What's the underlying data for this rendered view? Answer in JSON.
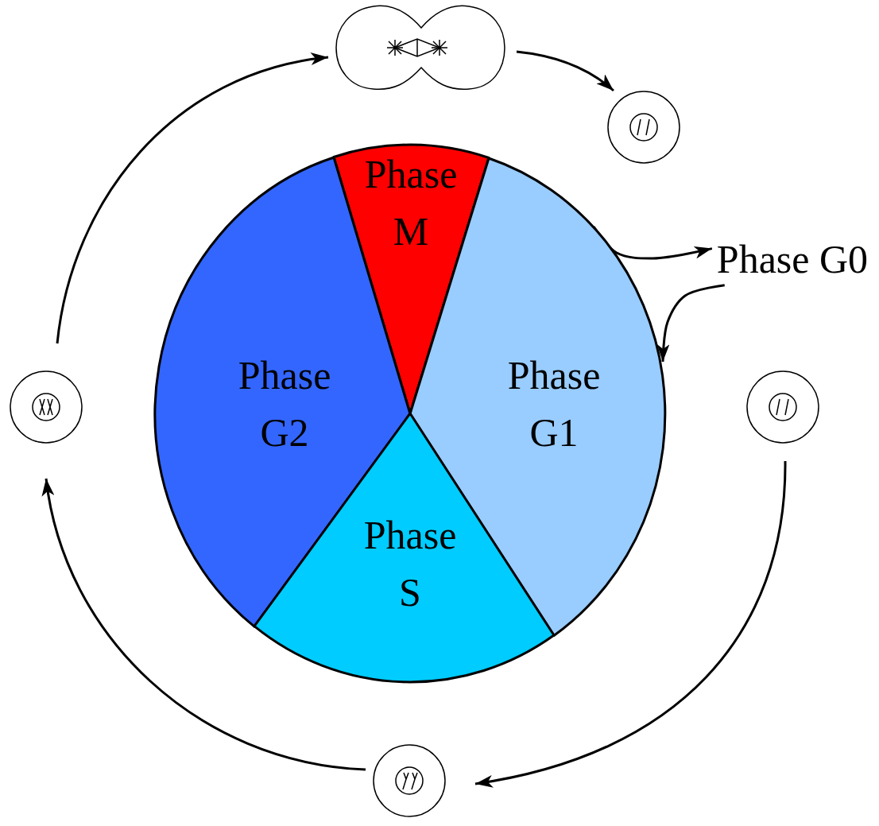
{
  "diagram": {
    "nodes": [
      {
        "text": [
          "Phase M"
        ]
      },
      {
        "text": [
          "Phase G0"
        ]
      },
      {
        "text": [
          "Phase G2"
        ]
      },
      {
        "text": [
          "Phase G1"
        ]
      },
      {
        "text": [
          "Phase S"
        ]
      }
    ],
    "edges": [
      {
        "from": 3,
        "to": 1,
        "arrow": "to"
      },
      {
        "from": 1,
        "to": 3,
        "arrow": "to"
      }
    ]
  }
}
